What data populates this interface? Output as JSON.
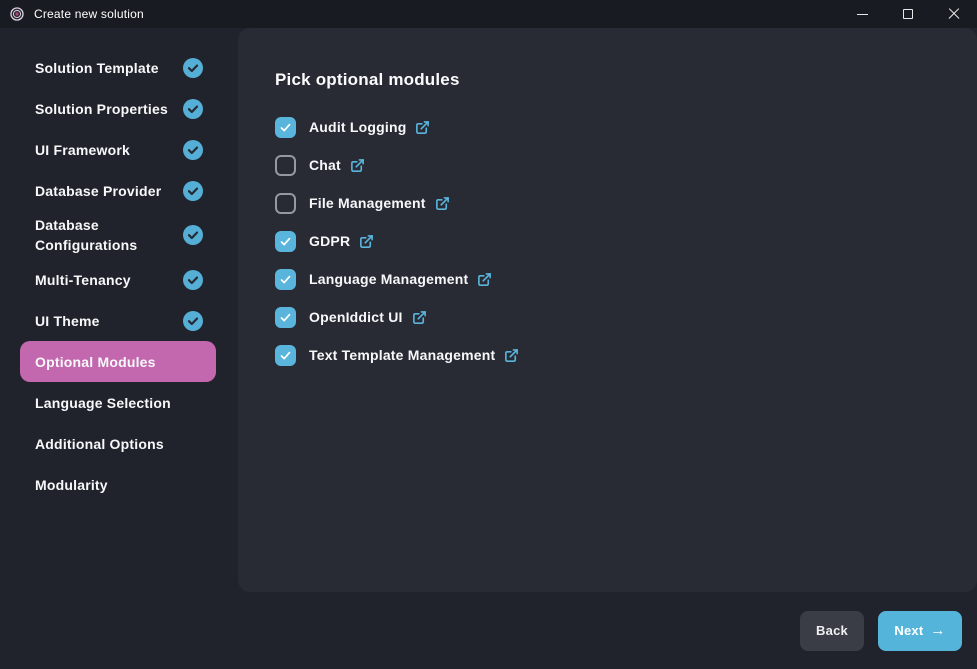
{
  "window": {
    "title": "Create new solution"
  },
  "colors": {
    "accent_blue": "#5ab5dc",
    "highlight_pink": "#c368ae",
    "panel_bg": "#282b34",
    "window_bg": "#20232b",
    "titlebar_bg": "#181b21",
    "back_button_bg": "#3a3d45"
  },
  "sidebar": {
    "items": [
      {
        "label": "Solution Template",
        "completed": true,
        "active": false
      },
      {
        "label": "Solution Properties",
        "completed": true,
        "active": false
      },
      {
        "label": "UI Framework",
        "completed": true,
        "active": false
      },
      {
        "label": "Database Provider",
        "completed": true,
        "active": false
      },
      {
        "label": "Database Configurations",
        "completed": true,
        "active": false
      },
      {
        "label": "Multi-Tenancy",
        "completed": true,
        "active": false
      },
      {
        "label": "UI Theme",
        "completed": true,
        "active": false
      },
      {
        "label": "Optional Modules",
        "completed": false,
        "active": true
      },
      {
        "label": "Language Selection",
        "completed": false,
        "active": false
      },
      {
        "label": "Additional Options",
        "completed": false,
        "active": false
      },
      {
        "label": "Modularity",
        "completed": false,
        "active": false
      }
    ]
  },
  "main": {
    "heading": "Pick optional modules",
    "modules": [
      {
        "label": "Audit Logging",
        "checked": true
      },
      {
        "label": "Chat",
        "checked": false
      },
      {
        "label": "File Management",
        "checked": false
      },
      {
        "label": "GDPR",
        "checked": true
      },
      {
        "label": "Language Management",
        "checked": true
      },
      {
        "label": "OpenIddict UI",
        "checked": true
      },
      {
        "label": "Text Template Management",
        "checked": true
      }
    ]
  },
  "footer": {
    "back_label": "Back",
    "next_label": "Next",
    "next_arrow": "→"
  }
}
